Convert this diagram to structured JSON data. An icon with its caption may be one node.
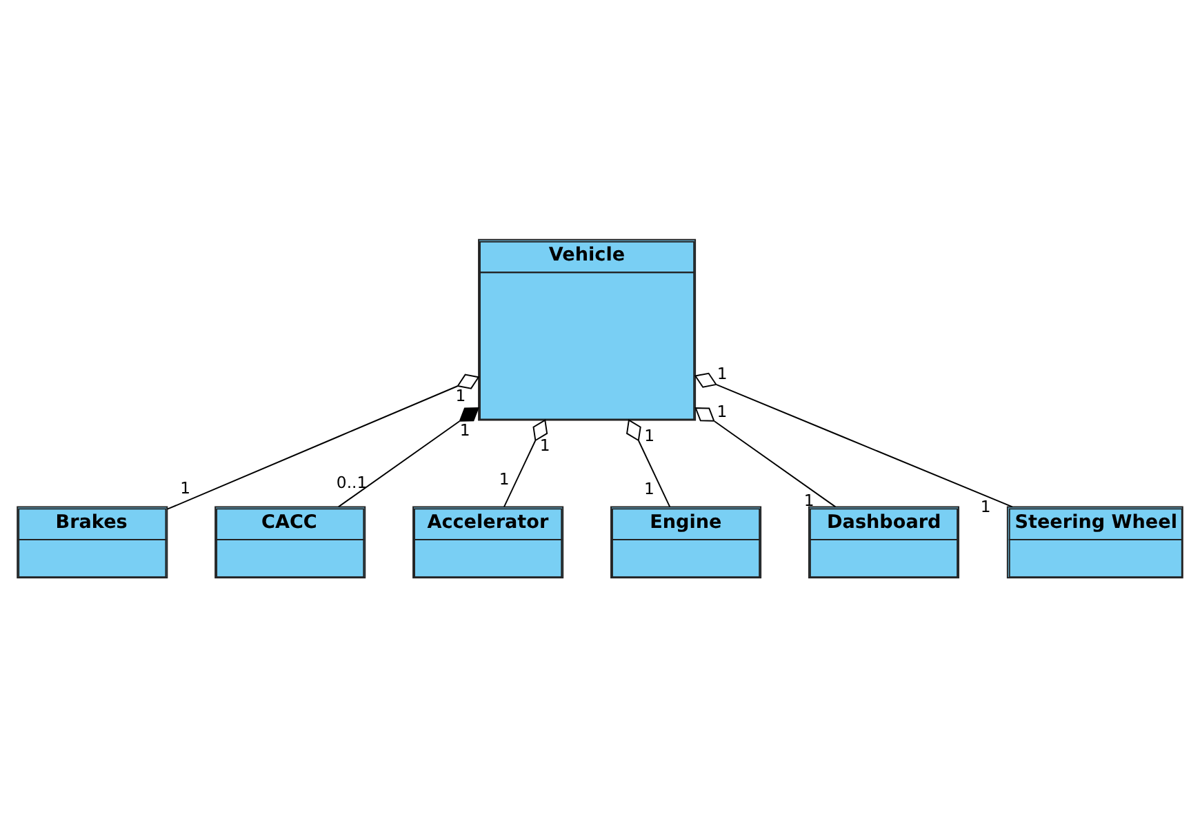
{
  "diagram": {
    "nodes": [
      {
        "text": [
          "Vehicle"
        ],
        "beside": [
          "1",
          "1",
          "1",
          "1",
          "1",
          "1"
        ]
      },
      {
        "text": [
          "Brakes"
        ],
        "beside": [
          "1"
        ]
      },
      {
        "text": [
          "CACC"
        ],
        "beside": [
          "0..1"
        ]
      },
      {
        "text": [
          "Accelerator"
        ],
        "beside": [
          "1"
        ]
      },
      {
        "text": [
          "Engine"
        ],
        "beside": [
          "1"
        ]
      },
      {
        "text": [
          "Dashboard"
        ],
        "beside": [
          "1"
        ]
      },
      {
        "text": [
          "Steering Wheel"
        ],
        "beside": [
          "1"
        ]
      }
    ],
    "edges": [
      {
        "from": 1,
        "to": 0,
        "arrow": "other"
      },
      {
        "from": 2,
        "to": 0,
        "arrow": "other"
      },
      {
        "from": 3,
        "to": 0,
        "arrow": "other"
      },
      {
        "from": 4,
        "to": 0,
        "arrow": "other"
      },
      {
        "from": 5,
        "to": 0,
        "arrow": "other"
      },
      {
        "from": 6,
        "to": 0,
        "arrow": "other"
      }
    ]
  }
}
